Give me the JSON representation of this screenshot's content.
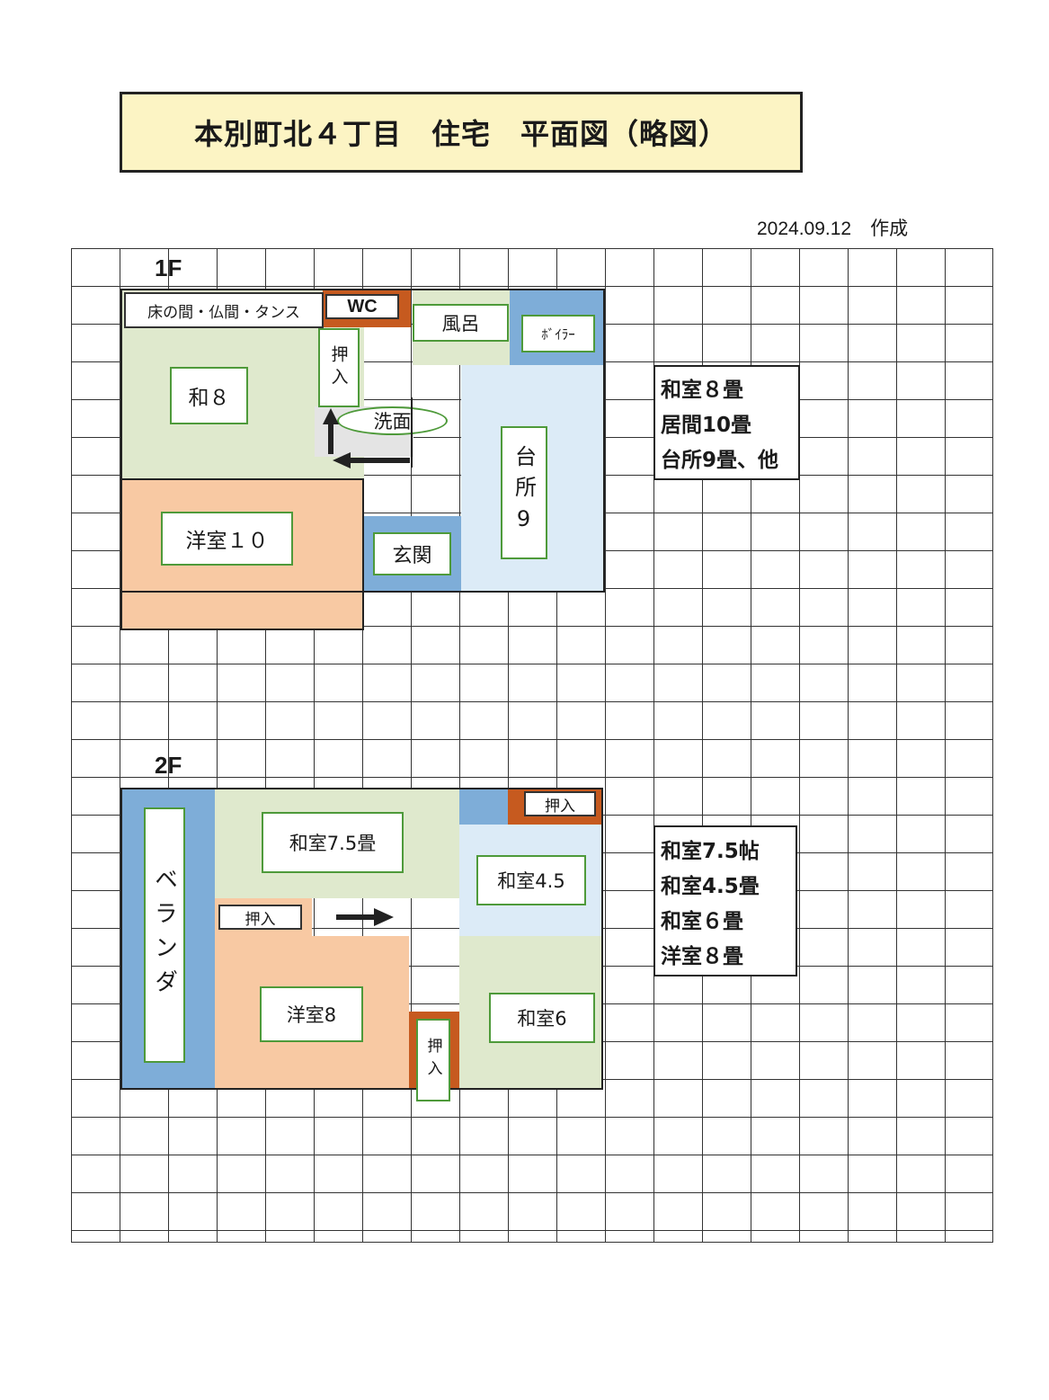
{
  "title": "本別町北４丁目　住宅　平面図（略図）",
  "date": "2024.09.12　作成",
  "floor1": {
    "label": "1F",
    "rooms": {
      "tokonoma": "床の間・仏間・タンス",
      "wc": "WC",
      "bath": "風呂",
      "boiler": "ﾎﾞｲﾗｰ",
      "oshiire": "押入",
      "wa8": "和８",
      "senmen": "洗面",
      "kitchen": "台所9",
      "yoshitsu": "洋室１０",
      "genkan": "玄関"
    },
    "summary": [
      "和室８畳",
      "居間10畳",
      "台所9畳、他"
    ]
  },
  "floor2": {
    "label": "2F",
    "rooms": {
      "veranda": "ベランダ",
      "washitsu75": "和室7.5畳",
      "oshiire_top": "押入",
      "washitsu45": "和室4.5",
      "oshiire_mid": "押入",
      "yoshitsu8": "洋室8",
      "oshiire_bottom": "押入",
      "washitsu6": "和室6"
    },
    "summary": [
      "和室7.5帖",
      "和室4.5畳",
      "和室６畳",
      "洋室８畳"
    ]
  },
  "colors": {
    "green": "#dfe9cd",
    "orange": "#f8c9a3",
    "blue": "#7eadd8",
    "light_blue": "#dcebf7",
    "brown": "#c65a1f"
  }
}
